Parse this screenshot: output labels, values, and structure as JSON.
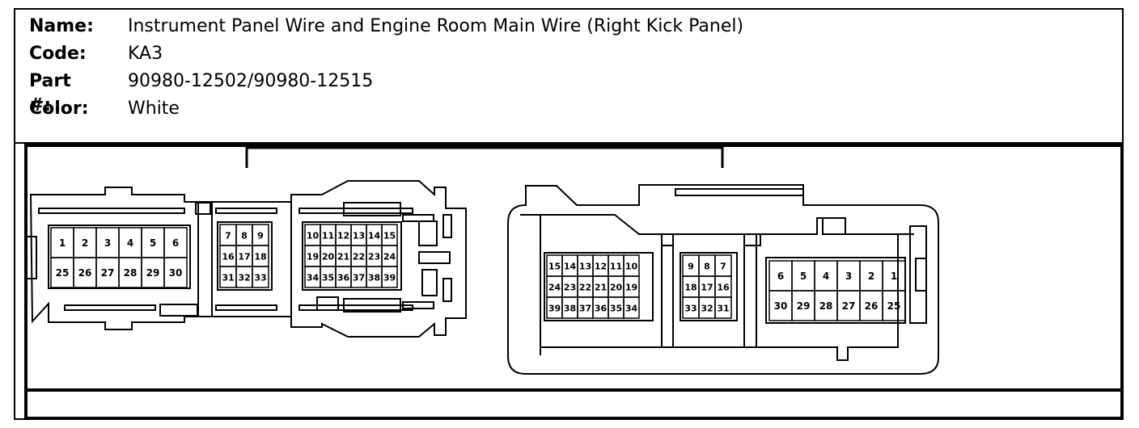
{
  "info": {
    "name_label": "Name:",
    "name_value": "Instrument Panel Wire and Engine Room Main Wire (Right Kick Panel)",
    "code_label": "Code:",
    "code_value": "KA3",
    "part_label": "Part #:",
    "part_value": "90980-12502/90980-12515",
    "color_label": "Color:",
    "color_value": "White"
  },
  "male_connector": {
    "block_a": {
      "top": [
        "1",
        "2",
        "3",
        "4",
        "5",
        "6"
      ],
      "bottom": [
        "25",
        "26",
        "27",
        "28",
        "29",
        "30"
      ]
    },
    "block_b": {
      "rows": [
        [
          "7",
          "8",
          "9"
        ],
        [
          "16",
          "17",
          "18"
        ],
        [
          "31",
          "32",
          "33"
        ]
      ]
    },
    "block_c": {
      "rows": [
        [
          "10",
          "11",
          "12",
          "13",
          "14",
          "15"
        ],
        [
          "19",
          "20",
          "21",
          "22",
          "23",
          "24"
        ],
        [
          "34",
          "35",
          "36",
          "37",
          "38",
          "39"
        ]
      ]
    }
  },
  "female_connector": {
    "block_c": {
      "rows": [
        [
          "15",
          "14",
          "13",
          "12",
          "11",
          "10"
        ],
        [
          "24",
          "23",
          "22",
          "21",
          "20",
          "19"
        ],
        [
          "39",
          "38",
          "37",
          "36",
          "35",
          "34"
        ]
      ]
    },
    "block_b": {
      "rows": [
        [
          "9",
          "8",
          "7"
        ],
        [
          "18",
          "17",
          "16"
        ],
        [
          "33",
          "32",
          "31"
        ]
      ]
    },
    "block_a": {
      "top": [
        "6",
        "5",
        "4",
        "3",
        "2",
        "1"
      ],
      "bottom": [
        "30",
        "29",
        "28",
        "27",
        "26",
        "25"
      ]
    }
  }
}
